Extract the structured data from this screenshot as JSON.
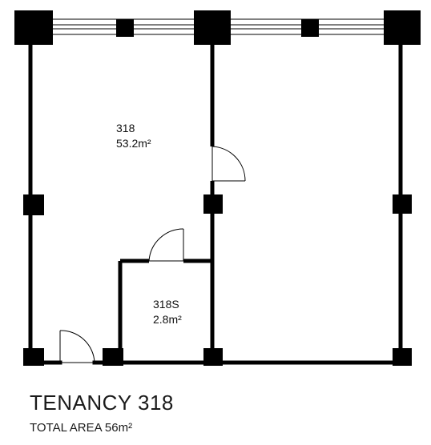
{
  "rooms": [
    {
      "name": "318",
      "area": "53.2m²"
    },
    {
      "name": "318S",
      "area": "2.8m²"
    }
  ],
  "tenancy": {
    "title": "TENANCY 318",
    "total_area": "TOTAL AREA 56m²"
  },
  "colors": {
    "wall": "#000000",
    "background": "#ffffff"
  }
}
